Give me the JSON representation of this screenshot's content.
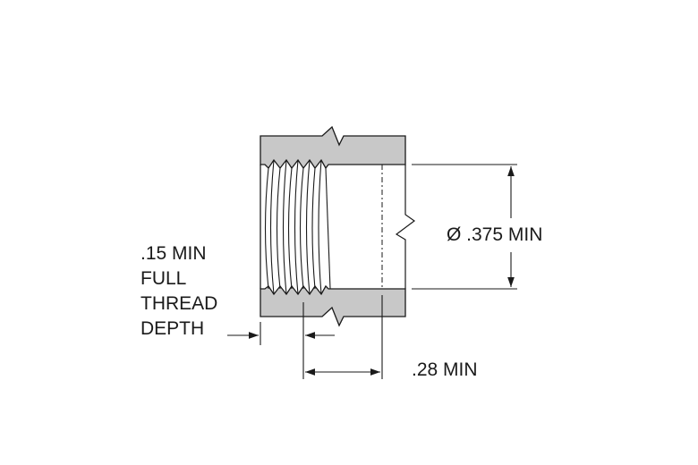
{
  "labels": {
    "thread_depth": [
      ".15 MIN",
      "FULL",
      "THREAD",
      "DEPTH"
    ],
    "bore_diameter": "Ø .375 MIN",
    "bore_depth": ".28 MIN"
  },
  "colors": {
    "section_fill": "#c8c8c8",
    "line": "#1a1a1a",
    "background": "#ffffff"
  }
}
